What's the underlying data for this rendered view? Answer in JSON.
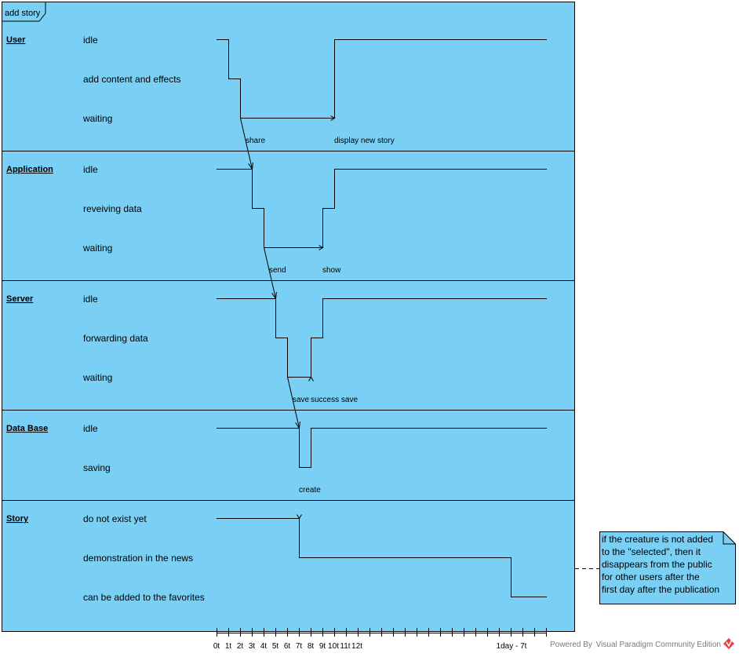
{
  "frame": {
    "title": "add story"
  },
  "colors": {
    "background": "#7ACFF4",
    "line": "#000000",
    "note": "#7ACFF4",
    "logo": "#E2433A"
  },
  "lifelines": [
    {
      "name": "User",
      "states": [
        "idle",
        "add content and effects",
        "waiting"
      ]
    },
    {
      "name": "Application",
      "states": [
        "idle",
        "reveiving data",
        "waiting"
      ]
    },
    {
      "name": "Server",
      "states": [
        "idle",
        "forwarding data",
        "waiting"
      ]
    },
    {
      "name": "Data Base",
      "states": [
        "idle",
        "saving"
      ]
    },
    {
      "name": "Story",
      "states": [
        "do not exist yet",
        "demonstration in the news",
        "can be added to the favorites"
      ]
    }
  ],
  "messages": [
    {
      "label": "share"
    },
    {
      "label": "display new story"
    },
    {
      "label": "send"
    },
    {
      "label": "show"
    },
    {
      "label": "save"
    },
    {
      "label": "success save"
    },
    {
      "label": "create"
    }
  ],
  "time_ticks": [
    "0t",
    "1t",
    "2t",
    "3t",
    "4t",
    "5t",
    "6t",
    "7t",
    "8t",
    "9t",
    "10t",
    "11t",
    "12t"
  ],
  "time_range_label": "1day - 7t",
  "note": {
    "lines": [
      "if the creature is not added",
      "to the \"selected\", then it",
      "disappears from the public",
      "for other users after the",
      "first day after the publication"
    ]
  },
  "watermark": {
    "text": "Powered By  Visual Paradigm Community Edition",
    "icon": "visual-paradigm-logo-icon"
  }
}
